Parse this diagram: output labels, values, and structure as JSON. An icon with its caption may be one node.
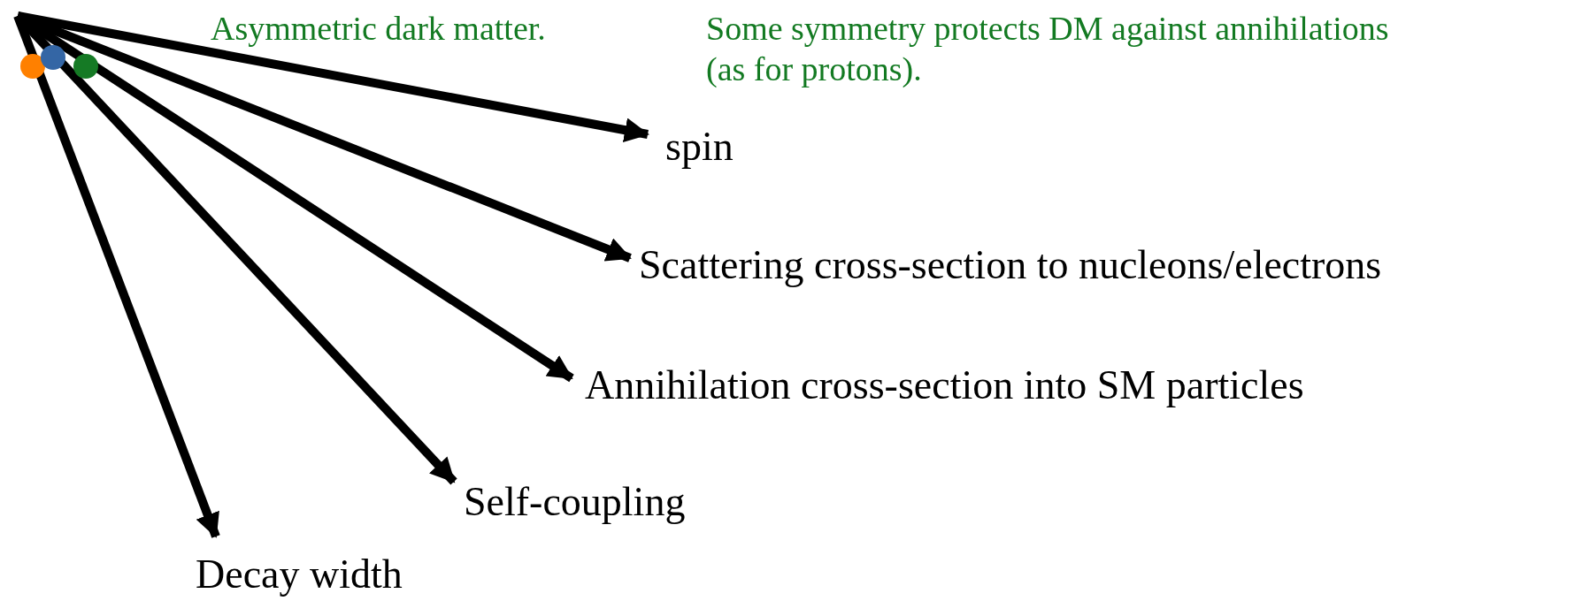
{
  "diagram": {
    "nodes": [
      {
        "text": [
          "spin"
        ]
      },
      {
        "text": [
          "Scattering cross-section to nucleons/electrons"
        ]
      },
      {
        "text": [
          "Annihilation cross-section into SM particles"
        ]
      },
      {
        "text": [
          "Self-coupling"
        ]
      },
      {
        "text": [
          "Decay width"
        ]
      }
    ],
    "edges": [
      {
        "from": null,
        "to": 0,
        "arrow": "to"
      },
      {
        "from": null,
        "to": 1,
        "arrow": "to"
      },
      {
        "from": null,
        "to": 2,
        "arrow": "to"
      },
      {
        "from": null,
        "to": 3,
        "arrow": "to"
      },
      {
        "from": null,
        "to": 4,
        "arrow": "to"
      }
    ],
    "labels": [
      "Asymmetric dark matter.",
      "Some symmetry protects DM against annihilations (as for protons)."
    ]
  }
}
